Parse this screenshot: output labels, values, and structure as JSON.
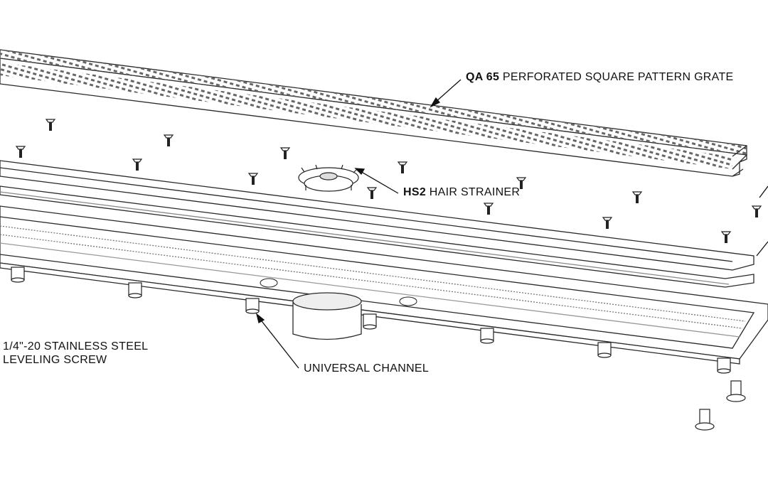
{
  "labels": {
    "grate": {
      "code": "QA 65",
      "text": "PERFORATED SQUARE PATTERN GRATE"
    },
    "strainer": {
      "code": "HS2",
      "text": "HAIR STRAINER"
    },
    "screw": {
      "line1": "1/4\"-20 STAINLESS STEEL",
      "line2": "LEVELING SCREW"
    },
    "channel": {
      "text": "UNIVERSAL CHANNEL"
    }
  },
  "colors": {
    "line": "#2a2a2a",
    "fill": "#ffffff",
    "perforation": "#555555"
  }
}
